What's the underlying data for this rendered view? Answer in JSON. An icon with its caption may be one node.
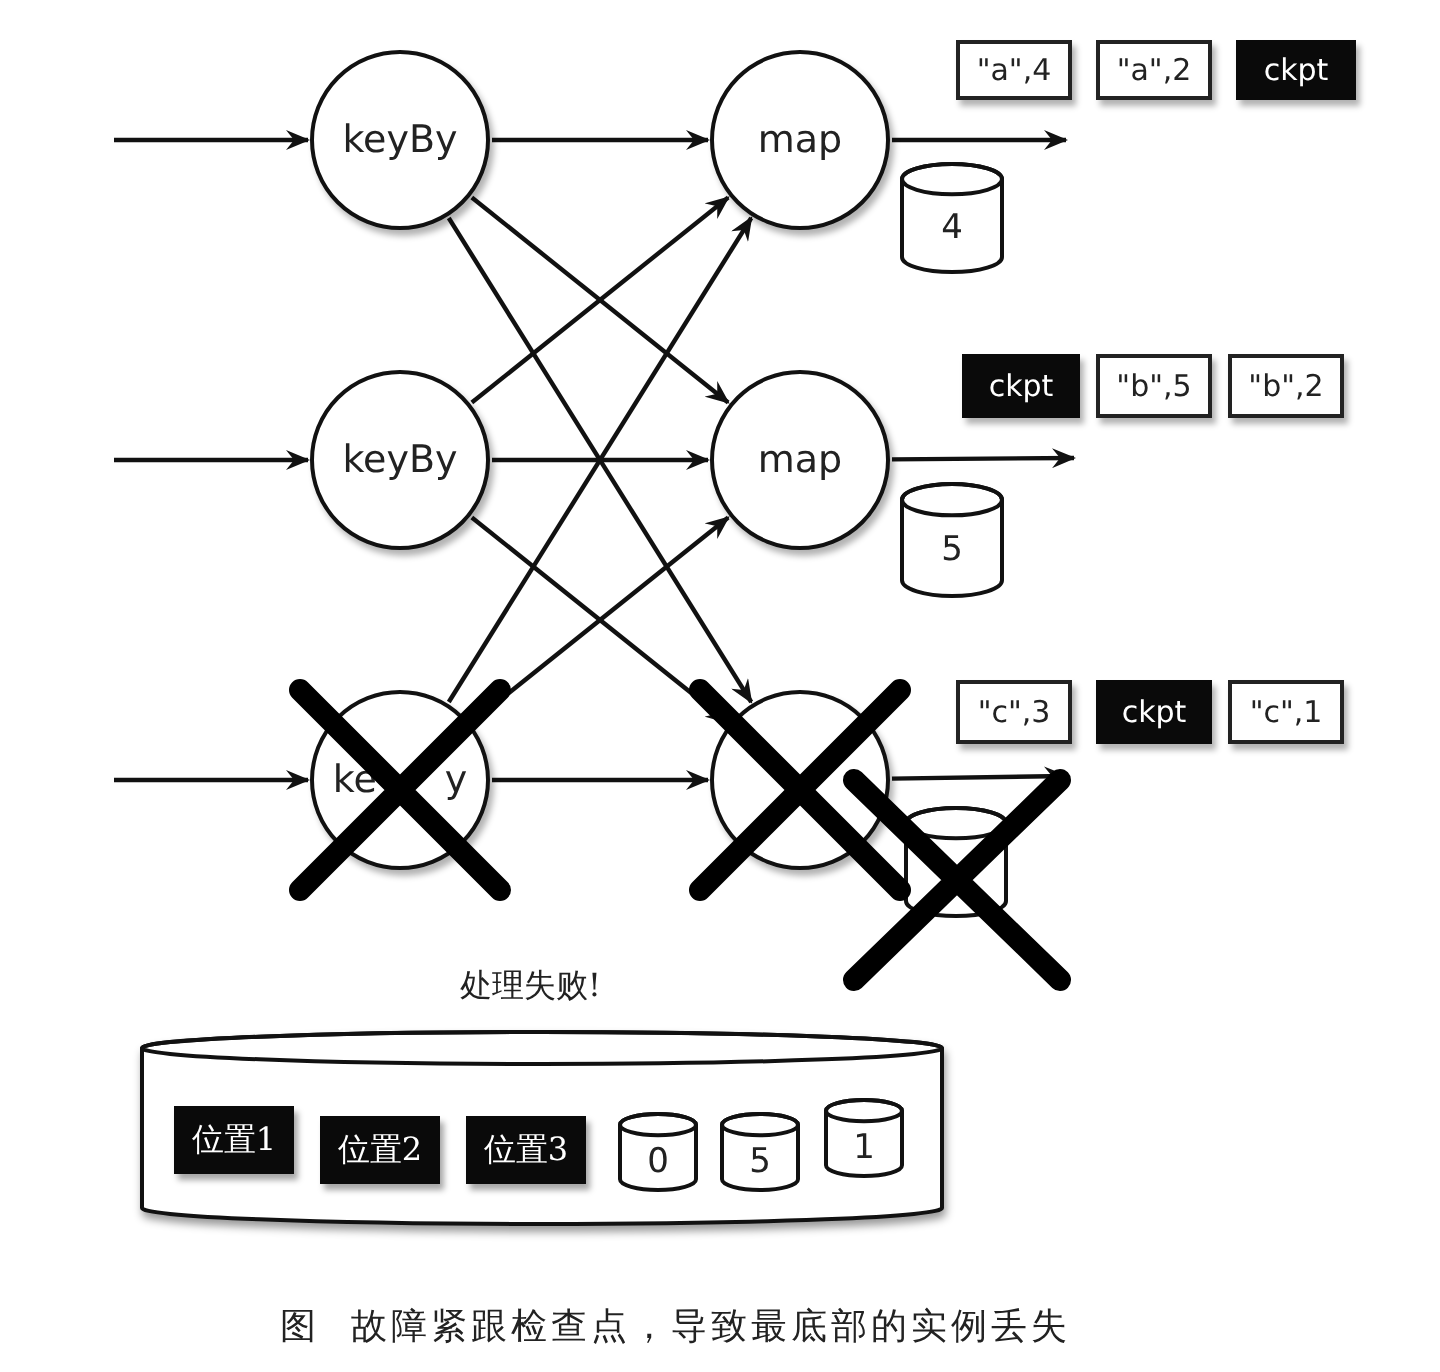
{
  "diagram": {
    "caption": "图  故障紧跟检查点，导致最底部的实例丢失",
    "nodes": [
      {
        "text": [
          "keyBy"
        ]
      },
      {
        "text": [
          "keyBy"
        ]
      },
      {
        "text": [
          "ke",
          "y"
        ]
      },
      {
        "text": [
          "map"
        ]
      },
      {
        "text": [
          "map"
        ]
      },
      {
        "text": [],
        "shape": "circle"
      },
      {
        "text": [
          "4"
        ]
      },
      {
        "text": [
          "5"
        ]
      },
      {
        "text": [],
        "shape": "cylinder"
      },
      {
        "text": [
          "\"a\",4"
        ]
      },
      {
        "text": [
          "\"a\",2"
        ]
      },
      {
        "text": [
          "ckpt"
        ]
      },
      {
        "text": [
          "ckpt"
        ]
      },
      {
        "text": [
          "\"b\",5"
        ]
      },
      {
        "text": [
          "\"b\",2"
        ]
      },
      {
        "text": [
          "\"c\",3"
        ]
      },
      {
        "text": [
          "ckpt"
        ]
      },
      {
        "text": [
          "\"c\",1"
        ]
      },
      {
        "text": [],
        "shape": "cylinder"
      },
      {
        "text": [
          "位置1"
        ],
        "in": 18
      },
      {
        "text": [
          "位置2"
        ],
        "in": 18
      },
      {
        "text": [
          "位置3"
        ],
        "in": 18
      },
      {
        "text": [
          "0"
        ],
        "in": 18
      },
      {
        "text": [
          "5"
        ],
        "in": 18
      },
      {
        "text": [
          "1"
        ],
        "in": 18
      }
    ],
    "edges": [
      {
        "from": null,
        "to": 0,
        "arrow": "to"
      },
      {
        "from": null,
        "to": 1,
        "arrow": "to"
      },
      {
        "from": null,
        "to": 2,
        "arrow": "to"
      },
      {
        "from": 0,
        "to": 3,
        "arrow": "to"
      },
      {
        "from": 0,
        "to": 4,
        "arrow": "to"
      },
      {
        "from": 0,
        "to": 5,
        "arrow": "to"
      },
      {
        "from": 1,
        "to": 3,
        "arrow": "to"
      },
      {
        "from": 1,
        "to": 4,
        "arrow": "to"
      },
      {
        "from": 1,
        "to": 5,
        "arrow": "to"
      },
      {
        "from": 2,
        "to": 3,
        "arrow": "to"
      },
      {
        "from": 2,
        "to": 4,
        "arrow": "to"
      },
      {
        "from": 2,
        "to": 5,
        "arrow": "to"
      },
      {
        "from": 3,
        "to": 9,
        "arrow": "to"
      },
      {
        "from": 4,
        "to": 12,
        "arrow": "to"
      },
      {
        "from": 5,
        "to": 15,
        "arrow": "to"
      }
    ],
    "labels": [
      "处理失败!"
    ]
  }
}
